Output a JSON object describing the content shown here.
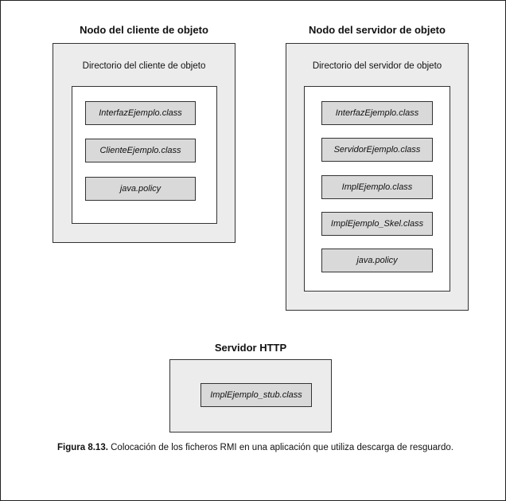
{
  "client_node": {
    "title": "Nodo del cliente de objeto",
    "directory": "Directorio del cliente de objeto",
    "files": [
      "InterfazEjemplo.class",
      "ClienteEjemplo.class",
      "java.policy"
    ]
  },
  "server_node": {
    "title": "Nodo del servidor de objeto",
    "directory": "Directorio del servidor de objeto",
    "files": [
      "InterfazEjemplo.class",
      "ServidorEjemplo.class",
      "ImplEjemplo.class",
      "ImplEjemplo_Skel.class",
      "java.policy"
    ]
  },
  "http_server": {
    "title": "Servidor HTTP",
    "files": [
      "ImplEjemplo_stub.class"
    ]
  },
  "caption": {
    "label": "Figura 8.13.",
    "text": " Colocación de los ficheros RMI en una aplicación que utiliza descarga de resguardo."
  }
}
